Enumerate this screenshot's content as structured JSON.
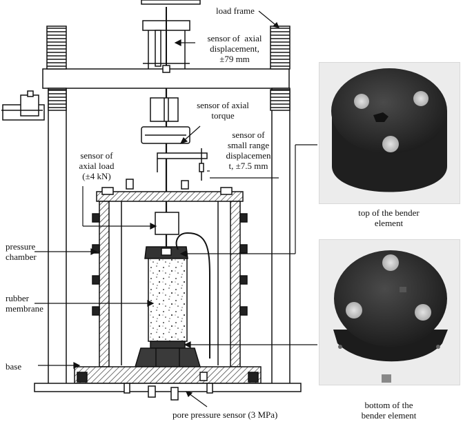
{
  "labels": {
    "load_frame": "load frame",
    "sensor_axial_displacement": "sensor of  axial\ndisplacement,\n±79 mm",
    "sensor_axial_torque": "sensor of axial\ntorque",
    "sensor_small_range": "sensor of\nsmall range\ndisplacemen\nt, ±7.5 mm",
    "sensor_axial_load": "sensor of\naxial load\n(±4 kN)",
    "pressure_chamber": "pressure\nchamber",
    "rubber_membrane": "rubber\nmembrane",
    "base": "base",
    "pore_pressure_sensor": "pore pressure sensor (3 MPa)",
    "top_bender": "top of the bender\nelement",
    "bottom_bender": "bottom of the\nbender element"
  },
  "colors": {
    "line": "#111111",
    "hatch": "#333333",
    "disc": "#2a2a2a",
    "element": "#c9c9c9"
  }
}
